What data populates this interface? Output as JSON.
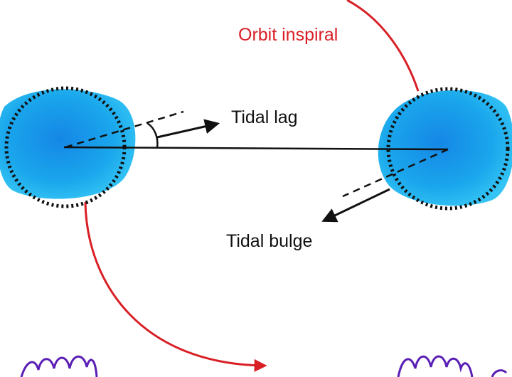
{
  "labels": {
    "orbit": "Orbit inspiral",
    "lag": "Tidal lag",
    "bulge": "Tidal bulge"
  },
  "colors": {
    "orbit": "#d91f26",
    "wave": "#5a1fb5",
    "body_fill": "#1aa6ec",
    "text": "#111111",
    "dots": "#111111"
  }
}
